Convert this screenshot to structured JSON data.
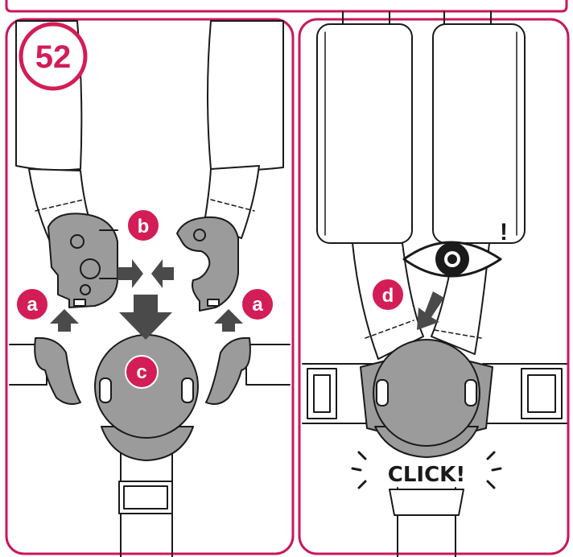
{
  "step_number": "52",
  "labels": {
    "a": "a",
    "b": "b",
    "c": "c",
    "d": "d"
  },
  "click_text": "CLICK!",
  "warning_mark": "!",
  "colors": {
    "frame": "#c8175d",
    "badge": "#d31d57",
    "buckle_grey": "#9b9b9b",
    "arrow": "#4a4a4a",
    "line": "#1a1a1a"
  },
  "icons": [
    "eye-icon",
    "arrow-icon",
    "click-sparks-icon"
  ]
}
